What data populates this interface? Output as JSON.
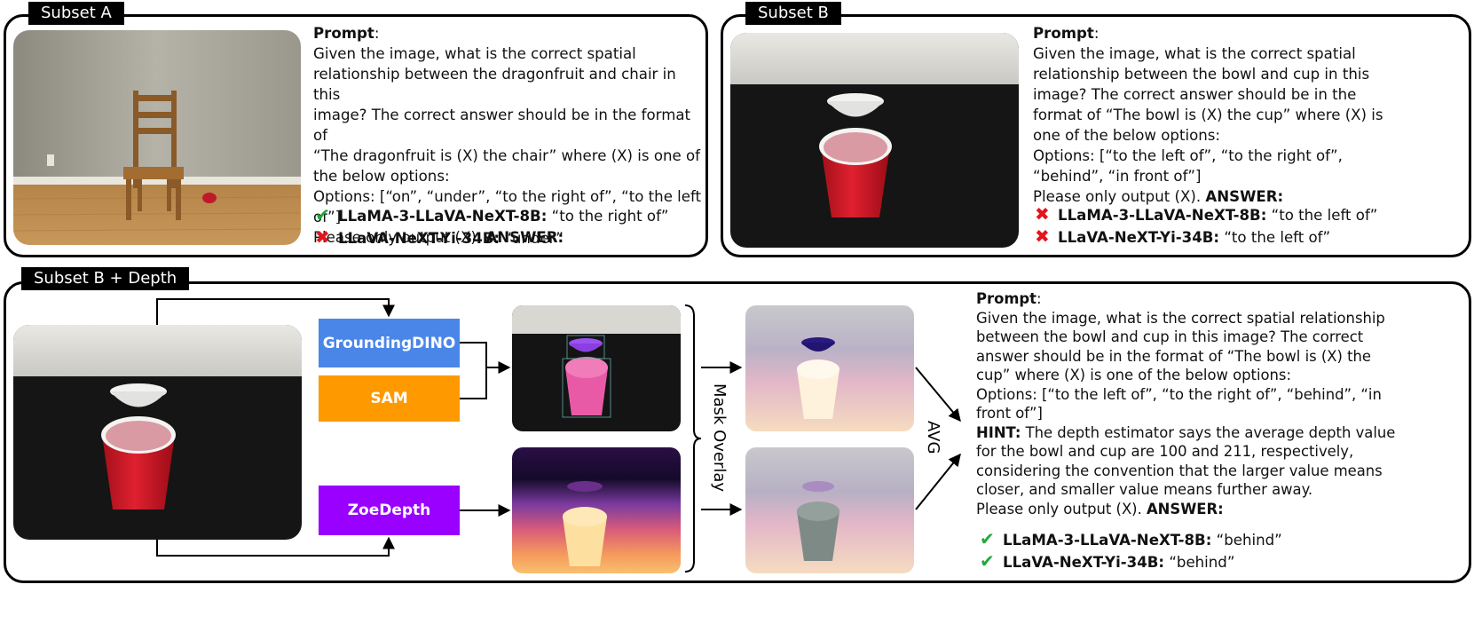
{
  "subset_a": {
    "tag": "Subset A",
    "prompt_heading": "Prompt",
    "prompt_lines": [
      "Given the image, what is the correct spatial",
      "relationship between the dragonfruit and chair in this",
      "image? The correct answer should be in the format of",
      "“The dragonfruit is (X) the chair” where (X) is one of",
      "the below options:",
      "Options: [“on”, “under”, “to the right of”, “to the left",
      "of”]"
    ],
    "instruction": "Please only output (X).",
    "answer_label": "ANSWER:",
    "results": [
      {
        "model": "LLaMA-3-LLaVA-NeXT-8B:",
        "answer": "“to the right of”",
        "correct": "✔"
      },
      {
        "model": "LLaVA-NeXT-Yi-34B:",
        "answer": "“under”",
        "correct": "✖"
      }
    ]
  },
  "subset_b": {
    "tag": "Subset B",
    "prompt_heading": "Prompt",
    "prompt_lines": [
      "Given the image, what is the correct spatial",
      "relationship between the bowl and cup in this",
      "image? The correct answer should be in the",
      "format of “The bowl is (X) the cup” where (X) is",
      "one of the below options:",
      "Options: [“to the left of”, “to the right of”,",
      "“behind”, “in front of”]"
    ],
    "instruction": "Please only output (X).",
    "answer_label": "ANSWER:",
    "results": [
      {
        "model": "LLaMA-3-LLaVA-NeXT-8B:",
        "answer": "“to the left of”",
        "correct": "✖"
      },
      {
        "model": "LLaVA-NeXT-Yi-34B:",
        "answer": "“to the left of”",
        "correct": "✖"
      }
    ]
  },
  "subset_depth": {
    "tag": "Subset B + Depth",
    "pipeline": {
      "grounding": "GroundingDINO",
      "sam": "SAM",
      "zoe": "ZoeDepth",
      "mask_overlay": "Mask Overlay",
      "avg": "AVG"
    },
    "colors": {
      "grounding": "#4a86e8",
      "sam": "#ff9900",
      "zoe": "#9900ff"
    },
    "prompt_heading": "Prompt",
    "prompt_lines": [
      "Given the image, what is the correct spatial relationship",
      "between the bowl and cup in this image? The correct",
      "answer should be in the format of “The bowl is (X) the",
      "cup” where (X) is one of the below options:",
      "Options: [“to the left of”, “to the right of”, “behind”, “in",
      "front of”]"
    ],
    "hint_label": "HINT:",
    "hint_lines": [
      " The depth estimator says the average depth value",
      "for the bowl and cup are 100 and 211, respectively,",
      "considering the convention that the larger value means",
      "closer, and smaller value means further away."
    ],
    "instruction": "Please only output (X).",
    "answer_label": "ANSWER:",
    "results": [
      {
        "model": "LLaMA-3-LLaVA-NeXT-8B:",
        "answer": "“behind”",
        "correct": "✔"
      },
      {
        "model": "LLaVA-NeXT-Yi-34B:",
        "answer": "“behind”",
        "correct": "✔"
      }
    ]
  }
}
